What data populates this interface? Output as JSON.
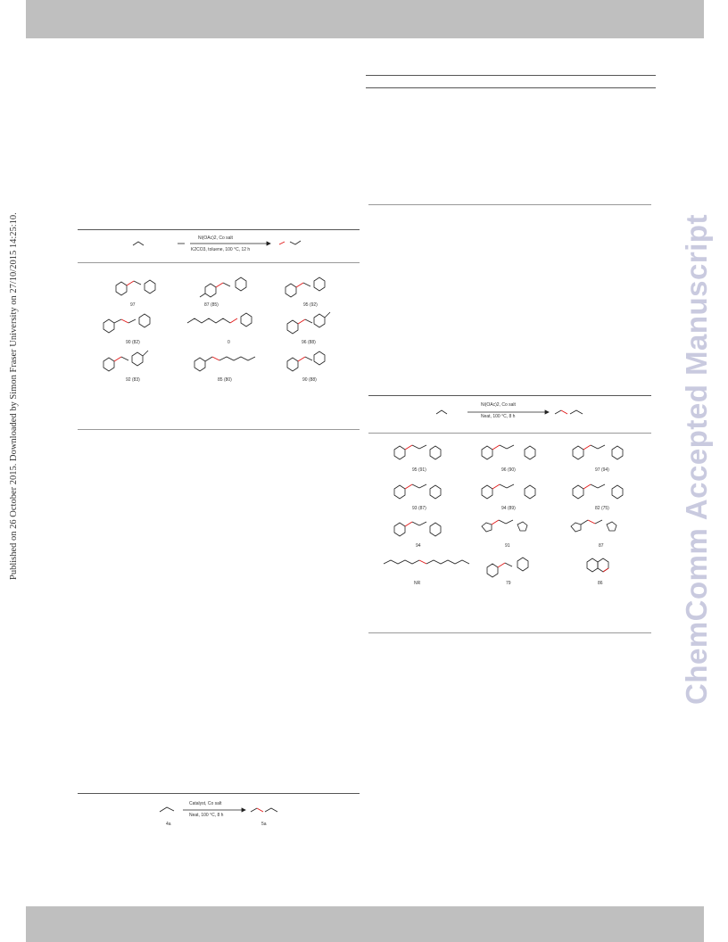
{
  "header": {},
  "side_stamp": "Published on 26 October 2015. Downloaded by Simon Fraser University on 27/10/2015 14:25:10.",
  "watermark": "ChemComm Accepted Manuscript",
  "scheme_left": {
    "top_condition": "Ni(OAc)2, Co salt",
    "bottom_condition": "K2CO3, toluene, 100 °C, 12 h",
    "yield_labels": [
      "97",
      "87 (85)",
      "95 (92)",
      "90 (82)",
      "0",
      "96 (88)",
      "92 (83)",
      "85 (80)",
      "90 (88)"
    ]
  },
  "scheme_right": {
    "top_condition": "Ni(OAc)2, Co salt",
    "bottom_condition": "Neat, 100 °C, 8 h",
    "yield_labels": [
      "95 (91)",
      "96 (90)",
      "97 (94)",
      "93 (87)",
      "94 (89)",
      "82 (75)",
      "94",
      "91",
      "87",
      "NR",
      "79",
      "86"
    ]
  },
  "scheme_bottom": {
    "top_condition": "Catalyst, Co salt",
    "bottom_condition": "Neat, 100 °C, 8 h",
    "substrate_label": "4a",
    "product_label": "5a"
  }
}
